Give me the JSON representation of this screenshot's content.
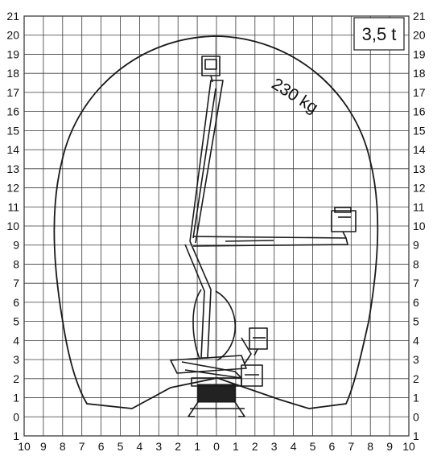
{
  "diagram": {
    "weight_label": "3,5 t",
    "load_label": "230 kg",
    "y_ticks_left": [
      "21",
      "20",
      "19",
      "18",
      "17",
      "16",
      "15",
      "14",
      "13",
      "12",
      "11",
      "10",
      "9",
      "8",
      "7",
      "6",
      "5",
      "4",
      "3",
      "2",
      "1",
      "0",
      "1"
    ],
    "y_ticks_right": [
      "21",
      "20",
      "19",
      "18",
      "17",
      "16",
      "15",
      "14",
      "13",
      "12",
      "11",
      "10",
      "9",
      "8",
      "7",
      "6",
      "5",
      "4",
      "3",
      "2",
      "1",
      "0",
      "1"
    ],
    "x_ticks": [
      "10",
      "9",
      "8",
      "7",
      "6",
      "5",
      "4",
      "3",
      "2",
      "1",
      "0",
      "1",
      "2",
      "3",
      "4",
      "5",
      "6",
      "7",
      "8",
      "9",
      "10"
    ],
    "colors": {
      "line": "#1a1a1a",
      "grid": "#3a3a3a",
      "background": "#ffffff"
    },
    "icons": [
      "aerial-work-platform-icon",
      "basket-icon",
      "outrigger-icon"
    ]
  }
}
